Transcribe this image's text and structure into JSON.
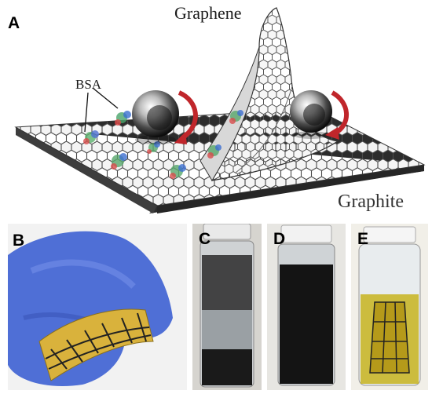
{
  "figure": {
    "panels": {
      "a": {
        "letter": "A",
        "graphene_label": "Graphene",
        "graphite_label": "Graphite",
        "bsa_label": "BSA"
      },
      "b": {
        "letter": "B"
      },
      "c": {
        "letter": "C"
      },
      "d": {
        "letter": "D"
      },
      "e": {
        "letter": "E"
      }
    }
  },
  "colors": {
    "glove": "#4f6fd6",
    "film": "#d9b23c",
    "sheet": "#3a3a3a",
    "arrow": "#c0262b",
    "liquid_dark": "#141414",
    "liquid_yellow": "#c7b41e"
  },
  "icons": [
    "rotating-ball-icon",
    "rotation-arrow-icon",
    "bsa-protein-icon"
  ]
}
